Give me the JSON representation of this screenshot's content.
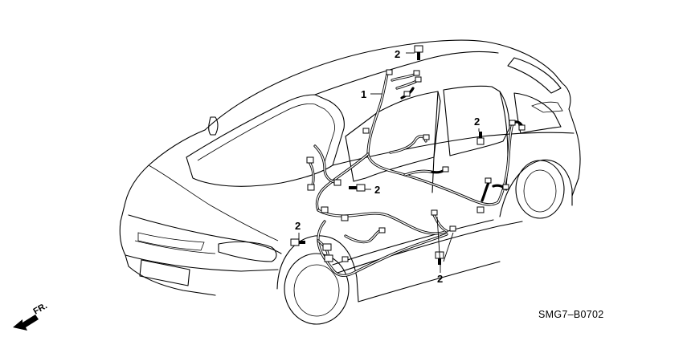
{
  "diagram": {
    "part_labels": {
      "harness": "1",
      "clip_roof": "2",
      "clip_rear_pillar": "2",
      "clip_dash": "2",
      "clip_front_left": "2",
      "clip_floor": "2"
    },
    "front_arrow_label": "FR.",
    "drawing_code": "SMG7–B0702"
  }
}
